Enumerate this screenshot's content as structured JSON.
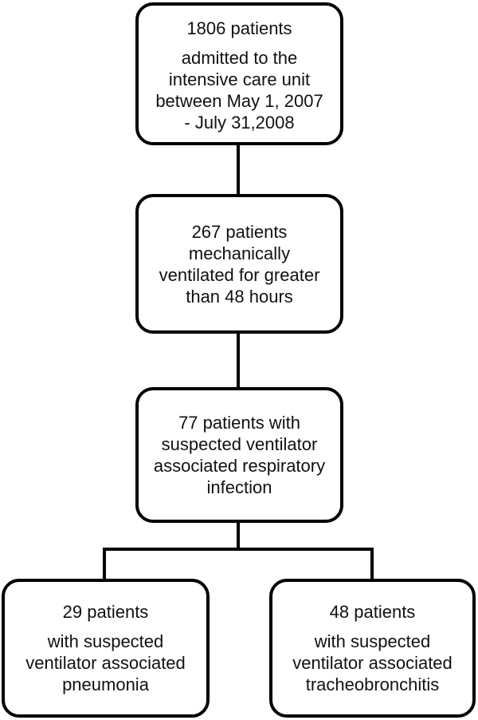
{
  "flowchart": {
    "box1": {
      "line1": "1806 patients",
      "line2": "admitted to the",
      "line3": "intensive care unit",
      "line4": "between  May 1, 2007",
      "line5": "- July 31,2008"
    },
    "box2": {
      "line1": "267 patients",
      "line2": "mechanically",
      "line3": "ventilated for greater",
      "line4": "than 48 hours"
    },
    "box3": {
      "line1": "77 patients with",
      "line2": "suspected ventilator",
      "line3": "associated respiratory",
      "line4": "infection"
    },
    "box4": {
      "line1": "29 patients",
      "line2": "with suspected",
      "line3": "ventilator associated",
      "line4": "pneumonia"
    },
    "box5": {
      "line1": "48 patients",
      "line2": "with suspected",
      "line3": "ventilator associated",
      "line4": "tracheobronchitis"
    }
  }
}
